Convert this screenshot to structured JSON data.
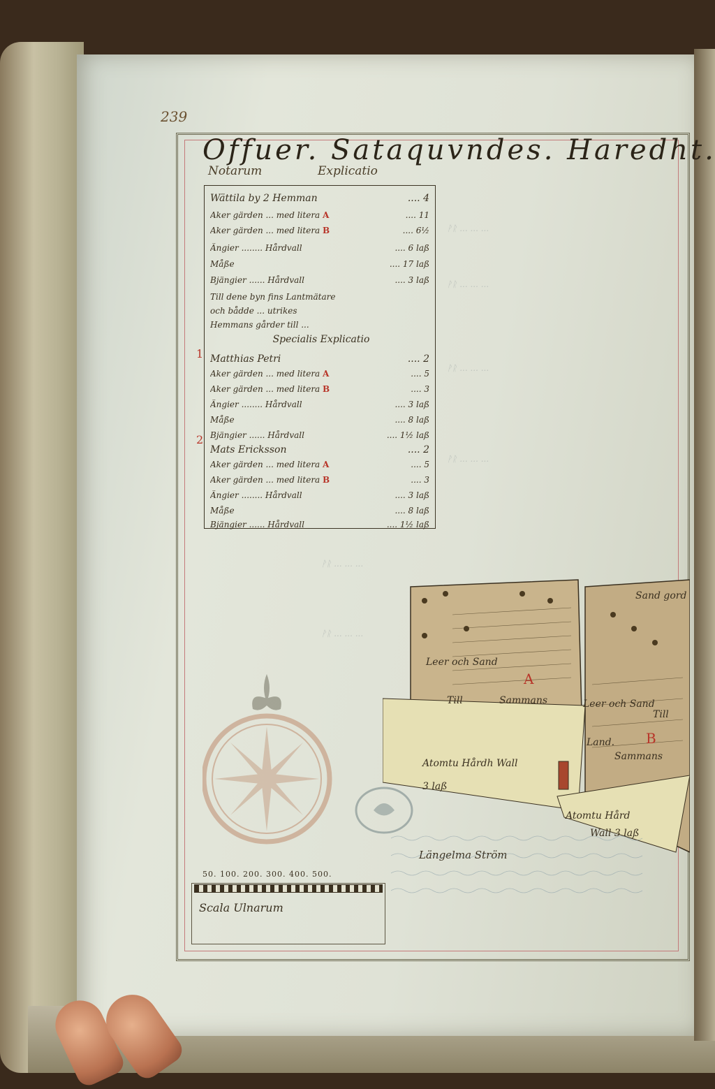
{
  "folio": "239",
  "title": "Offuer. Sataquvndes. Haredht.",
  "headers": {
    "notarum": "Notarum",
    "explicatio": "Explicatio"
  },
  "rows": [
    {
      "text": "Wättila by 2 Hemman",
      "value": "4",
      "color": ""
    },
    {
      "text": "Aker gärden ... med litera",
      "letter": "A",
      "value": "11",
      "color": ""
    },
    {
      "text": "Aker gärden ... med litera",
      "letter": "B",
      "value": "6½",
      "color": ""
    },
    {
      "text": "Ängier ........ Hårdvall",
      "value": "6 laß",
      "color": ""
    },
    {
      "text": "                Måße",
      "value": "17 laß",
      "color": ""
    },
    {
      "text": "Bjängier ...... Hårdvall",
      "value": "3 laß",
      "color": ""
    },
    {
      "text": "Till dene byn fins Lantmätare",
      "value": "",
      "color": ""
    },
    {
      "text": "och bådde ... utrikes",
      "value": "",
      "color": ""
    },
    {
      "text": "Hemmans gårder till ...",
      "value": "",
      "color": ""
    },
    {
      "text": "Specialis Explicatio",
      "value": "",
      "color": ""
    },
    {
      "text": "Matthias Petri",
      "value": "2",
      "color": ""
    },
    {
      "text": "Aker gärden ... med litera",
      "letter": "A",
      "value": "5",
      "color": ""
    },
    {
      "text": "Aker gärden ... med litera",
      "letter": "B",
      "value": "3",
      "color": ""
    },
    {
      "text": "Ängier ........ Hårdvall",
      "value": "3 laß",
      "color": ""
    },
    {
      "text": "                Måße",
      "value": "8 laß",
      "color": ""
    },
    {
      "text": "Bjängier ...... Hårdvall",
      "value": "1½ laß",
      "color": ""
    },
    {
      "text": "Mats Ericksson",
      "value": "2",
      "color": ""
    },
    {
      "text": "Aker gärden ... med litera",
      "letter": "A",
      "value": "5",
      "color": ""
    },
    {
      "text": "Aker gärden ... med litera",
      "letter": "B",
      "value": "3",
      "color": ""
    },
    {
      "text": "Ängier ........ Hårdvall",
      "value": "3 laß",
      "color": ""
    },
    {
      "text": "                Måße",
      "value": "8 laß",
      "color": ""
    },
    {
      "text": "Bjängier ...... Hårdvall",
      "value": "1½ laß",
      "color": ""
    }
  ],
  "margin_numbers": [
    "1",
    "2"
  ],
  "map": {
    "labels": {
      "leer_a": "Leer och Sand",
      "letter_a": "A",
      "till_a": "Till",
      "sammans_a": "Sammans",
      "sand_gord": "Sand gord",
      "leer_b": "Leer och Sand",
      "till_b": "Till",
      "letter_b": "B",
      "land": "Land.",
      "sammans_b": "Sammans",
      "hardvall_1": "Atomtu Hårdh Wall",
      "hardvall_1_value": "3 laß",
      "hardvall_2": "Atomtu Hård",
      "hardvall_2_b": "Wall 3 laß",
      "river": "Längelma Ström"
    }
  },
  "scale": {
    "numbers": "50. 100.   200.   300.   400.   500.",
    "label": "Scala Ulnarum"
  },
  "colors": {
    "ink": "#3a3020",
    "red": "#b8362a",
    "paper": "#e3e6da"
  }
}
